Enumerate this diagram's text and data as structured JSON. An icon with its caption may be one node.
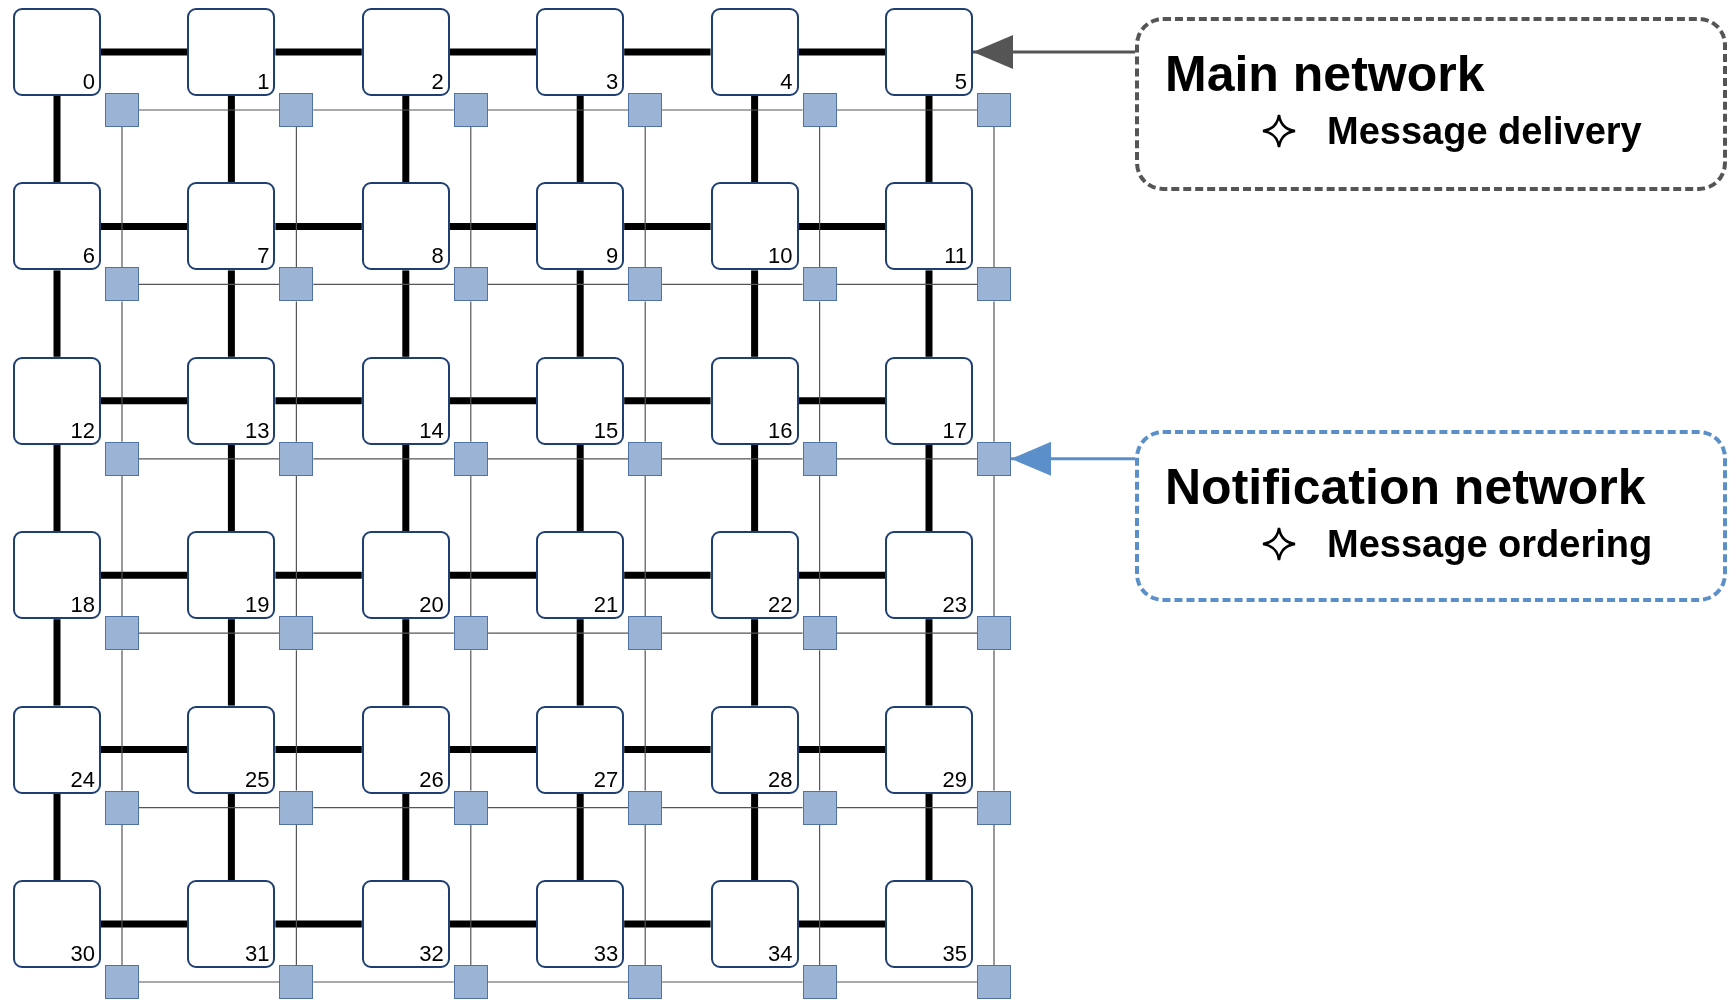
{
  "diagram": {
    "nodes": [
      {
        "text": [
          "0"
        ]
      },
      {
        "text": [
          "1"
        ]
      },
      {
        "text": [
          "2"
        ]
      },
      {
        "text": [
          "3"
        ]
      },
      {
        "text": [
          "4"
        ]
      },
      {
        "text": [
          "5"
        ]
      },
      {
        "text": [
          "6"
        ]
      },
      {
        "text": [
          "7"
        ]
      },
      {
        "text": [
          "8"
        ]
      },
      {
        "text": [
          "9"
        ]
      },
      {
        "text": [
          "10"
        ]
      },
      {
        "text": [
          "11"
        ]
      },
      {
        "text": [
          "12"
        ]
      },
      {
        "text": [
          "13"
        ]
      },
      {
        "text": [
          "14"
        ]
      },
      {
        "text": [
          "15"
        ]
      },
      {
        "text": [
          "16"
        ]
      },
      {
        "text": [
          "17"
        ]
      },
      {
        "text": [
          "18"
        ]
      },
      {
        "text": [
          "19"
        ]
      },
      {
        "text": [
          "20"
        ]
      },
      {
        "text": [
          "21"
        ]
      },
      {
        "text": [
          "22"
        ]
      },
      {
        "text": [
          "23"
        ]
      },
      {
        "text": [
          "24"
        ]
      },
      {
        "text": [
          "25"
        ]
      },
      {
        "text": [
          "26"
        ]
      },
      {
        "text": [
          "27"
        ]
      },
      {
        "text": [
          "28"
        ]
      },
      {
        "text": [
          "29"
        ]
      },
      {
        "text": [
          "30"
        ]
      },
      {
        "text": [
          "31"
        ]
      },
      {
        "text": [
          "32"
        ]
      },
      {
        "text": [
          "33"
        ]
      },
      {
        "text": [
          "34"
        ]
      },
      {
        "text": [
          "35"
        ]
      },
      {
        "text": [],
        "shape": "box"
      },
      {
        "text": [],
        "shape": "box"
      },
      {
        "text": [],
        "shape": "box"
      },
      {
        "text": [],
        "shape": "box"
      },
      {
        "text": [],
        "shape": "box"
      },
      {
        "text": [],
        "shape": "box"
      },
      {
        "text": [],
        "shape": "box"
      },
      {
        "text": [],
        "shape": "box"
      },
      {
        "text": [],
        "shape": "box"
      },
      {
        "text": [],
        "shape": "box"
      },
      {
        "text": [],
        "shape": "box"
      },
      {
        "text": [],
        "shape": "box"
      },
      {
        "text": [],
        "shape": "box"
      },
      {
        "text": [],
        "shape": "box"
      },
      {
        "text": [],
        "shape": "box"
      },
      {
        "text": [],
        "shape": "box"
      },
      {
        "text": [],
        "shape": "box"
      },
      {
        "text": [],
        "shape": "box"
      },
      {
        "text": [],
        "shape": "box"
      },
      {
        "text": [],
        "shape": "box"
      },
      {
        "text": [],
        "shape": "box"
      },
      {
        "text": [],
        "shape": "box"
      },
      {
        "text": [],
        "shape": "box"
      },
      {
        "text": [],
        "shape": "box"
      },
      {
        "text": [],
        "shape": "box"
      },
      {
        "text": [],
        "shape": "box"
      },
      {
        "text": [],
        "shape": "box"
      },
      {
        "text": [],
        "shape": "box"
      },
      {
        "text": [],
        "shape": "box"
      },
      {
        "text": [],
        "shape": "box"
      },
      {
        "text": [],
        "shape": "box"
      },
      {
        "text": [],
        "shape": "box"
      },
      {
        "text": [],
        "shape": "box"
      },
      {
        "text": [],
        "shape": "box"
      },
      {
        "text": [],
        "shape": "box"
      },
      {
        "text": [],
        "shape": "box"
      },
      {
        "text": [
          "Main network",
          "Message delivery"
        ]
      },
      {
        "text": [
          "Notification network",
          "Message ordering"
        ]
      }
    ],
    "edges": [
      {
        "from": 0,
        "to": 1,
        "arrow": "none",
        "style": "thick"
      },
      {
        "from": 1,
        "to": 2,
        "arrow": "none",
        "style": "thick"
      },
      {
        "from": 2,
        "to": 3,
        "arrow": "none",
        "style": "thick"
      },
      {
        "from": 3,
        "to": 4,
        "arrow": "none",
        "style": "thick"
      },
      {
        "from": 4,
        "to": 5,
        "arrow": "none",
        "style": "thick"
      },
      {
        "from": 6,
        "to": 7,
        "arrow": "none",
        "style": "thick"
      },
      {
        "from": 7,
        "to": 8,
        "arrow": "none",
        "style": "thick"
      },
      {
        "from": 8,
        "to": 9,
        "arrow": "none",
        "style": "thick"
      },
      {
        "from": 9,
        "to": 10,
        "arrow": "none",
        "style": "thick"
      },
      {
        "from": 10,
        "to": 11,
        "arrow": "none",
        "style": "thick"
      },
      {
        "from": 12,
        "to": 13,
        "arrow": "none",
        "style": "thick"
      },
      {
        "from": 13,
        "to": 14,
        "arrow": "none",
        "style": "thick"
      },
      {
        "from": 14,
        "to": 15,
        "arrow": "none",
        "style": "thick"
      },
      {
        "from": 15,
        "to": 16,
        "arrow": "none",
        "style": "thick"
      },
      {
        "from": 16,
        "to": 17,
        "arrow": "none",
        "style": "thick"
      },
      {
        "from": 18,
        "to": 19,
        "arrow": "none",
        "style": "thick"
      },
      {
        "from": 19,
        "to": 20,
        "arrow": "none",
        "style": "thick"
      },
      {
        "from": 20,
        "to": 21,
        "arrow": "none",
        "style": "thick"
      },
      {
        "from": 21,
        "to": 22,
        "arrow": "none",
        "style": "thick"
      },
      {
        "from": 22,
        "to": 23,
        "arrow": "none",
        "style": "thick"
      },
      {
        "from": 24,
        "to": 25,
        "arrow": "none",
        "style": "thick"
      },
      {
        "from": 25,
        "to": 26,
        "arrow": "none",
        "style": "thick"
      },
      {
        "from": 26,
        "to": 27,
        "arrow": "none",
        "style": "thick"
      },
      {
        "from": 27,
        "to": 28,
        "arrow": "none",
        "style": "thick"
      },
      {
        "from": 28,
        "to": 29,
        "arrow": "none",
        "style": "thick"
      },
      {
        "from": 30,
        "to": 31,
        "arrow": "none",
        "style": "thick"
      },
      {
        "from": 31,
        "to": 32,
        "arrow": "none",
        "style": "thick"
      },
      {
        "from": 32,
        "to": 33,
        "arrow": "none",
        "style": "thick"
      },
      {
        "from": 33,
        "to": 34,
        "arrow": "none",
        "style": "thick"
      },
      {
        "from": 34,
        "to": 35,
        "arrow": "none",
        "style": "thick"
      },
      {
        "from": 0,
        "to": 6,
        "arrow": "none",
        "style": "thick"
      },
      {
        "from": 1,
        "to": 7,
        "arrow": "none",
        "style": "thick"
      },
      {
        "from": 2,
        "to": 8,
        "arrow": "none",
        "style": "thick"
      },
      {
        "from": 3,
        "to": 9,
        "arrow": "none",
        "style": "thick"
      },
      {
        "from": 4,
        "to": 10,
        "arrow": "none",
        "style": "thick"
      },
      {
        "from": 5,
        "to": 11,
        "arrow": "none",
        "style": "thick"
      },
      {
        "from": 6,
        "to": 12,
        "arrow": "none",
        "style": "thick"
      },
      {
        "from": 7,
        "to": 13,
        "arrow": "none",
        "style": "thick"
      },
      {
        "from": 8,
        "to": 14,
        "arrow": "none",
        "style": "thick"
      },
      {
        "from": 9,
        "to": 15,
        "arrow": "none",
        "style": "thick"
      },
      {
        "from": 10,
        "to": 16,
        "arrow": "none",
        "style": "thick"
      },
      {
        "from": 11,
        "to": 17,
        "arrow": "none",
        "style": "thick"
      },
      {
        "from": 12,
        "to": 18,
        "arrow": "none",
        "style": "thick"
      },
      {
        "from": 13,
        "to": 19,
        "arrow": "none",
        "style": "thick"
      },
      {
        "from": 14,
        "to": 20,
        "arrow": "none",
        "style": "thick"
      },
      {
        "from": 15,
        "to": 21,
        "arrow": "none",
        "style": "thick"
      },
      {
        "from": 16,
        "to": 22,
        "arrow": "none",
        "style": "thick"
      },
      {
        "from": 17,
        "to": 23,
        "arrow": "none",
        "style": "thick"
      },
      {
        "from": 18,
        "to": 24,
        "arrow": "none",
        "style": "thick"
      },
      {
        "from": 19,
        "to": 25,
        "arrow": "none",
        "style": "thick"
      },
      {
        "from": 20,
        "to": 26,
        "arrow": "none",
        "style": "thick"
      },
      {
        "from": 21,
        "to": 27,
        "arrow": "none",
        "style": "thick"
      },
      {
        "from": 22,
        "to": 28,
        "arrow": "none",
        "style": "thick"
      },
      {
        "from": 23,
        "to": 29,
        "arrow": "none",
        "style": "thick"
      },
      {
        "from": 24,
        "to": 30,
        "arrow": "none",
        "style": "thick"
      },
      {
        "from": 25,
        "to": 31,
        "arrow": "none",
        "style": "thick"
      },
      {
        "from": 26,
        "to": 32,
        "arrow": "none",
        "style": "thick"
      },
      {
        "from": 27,
        "to": 33,
        "arrow": "none",
        "style": "thick"
      },
      {
        "from": 28,
        "to": 34,
        "arrow": "none",
        "style": "thick"
      },
      {
        "from": 29,
        "to": 35,
        "arrow": "none",
        "style": "thick"
      },
      {
        "from": 36,
        "to": 37,
        "arrow": "none"
      },
      {
        "from": 37,
        "to": 38,
        "arrow": "none"
      },
      {
        "from": 38,
        "to": 39,
        "arrow": "none"
      },
      {
        "from": 39,
        "to": 40,
        "arrow": "none"
      },
      {
        "from": 40,
        "to": 41,
        "arrow": "none"
      },
      {
        "from": 42,
        "to": 43,
        "arrow": "none"
      },
      {
        "from": 43,
        "to": 44,
        "arrow": "none"
      },
      {
        "from": 44,
        "to": 45,
        "arrow": "none"
      },
      {
        "from": 45,
        "to": 46,
        "arrow": "none"
      },
      {
        "from": 46,
        "to": 47,
        "arrow": "none"
      },
      {
        "from": 48,
        "to": 49,
        "arrow": "none"
      },
      {
        "from": 49,
        "to": 50,
        "arrow": "none"
      },
      {
        "from": 50,
        "to": 51,
        "arrow": "none"
      },
      {
        "from": 51,
        "to": 52,
        "arrow": "none"
      },
      {
        "from": 52,
        "to": 53,
        "arrow": "none"
      },
      {
        "from": 54,
        "to": 55,
        "arrow": "none"
      },
      {
        "from": 55,
        "to": 56,
        "arrow": "none"
      },
      {
        "from": 56,
        "to": 57,
        "arrow": "none"
      },
      {
        "from": 57,
        "to": 58,
        "arrow": "none"
      },
      {
        "from": 58,
        "to": 59,
        "arrow": "none"
      },
      {
        "from": 60,
        "to": 61,
        "arrow": "none"
      },
      {
        "from": 61,
        "to": 62,
        "arrow": "none"
      },
      {
        "from": 62,
        "to": 63,
        "arrow": "none"
      },
      {
        "from": 63,
        "to": 64,
        "arrow": "none"
      },
      {
        "from": 64,
        "to": 65,
        "arrow": "none"
      },
      {
        "from": 66,
        "to": 67,
        "arrow": "none"
      },
      {
        "from": 67,
        "to": 68,
        "arrow": "none"
      },
      {
        "from": 68,
        "to": 69,
        "arrow": "none"
      },
      {
        "from": 69,
        "to": 70,
        "arrow": "none"
      },
      {
        "from": 70,
        "to": 71,
        "arrow": "none"
      },
      {
        "from": 36,
        "to": 42,
        "arrow": "none"
      },
      {
        "from": 37,
        "to": 43,
        "arrow": "none"
      },
      {
        "from": 38,
        "to": 44,
        "arrow": "none"
      },
      {
        "from": 39,
        "to": 45,
        "arrow": "none"
      },
      {
        "from": 40,
        "to": 46,
        "arrow": "none"
      },
      {
        "from": 41,
        "to": 47,
        "arrow": "none"
      },
      {
        "from": 42,
        "to": 48,
        "arrow": "none"
      },
      {
        "from": 43,
        "to": 49,
        "arrow": "none"
      },
      {
        "from": 44,
        "to": 50,
        "arrow": "none"
      },
      {
        "from": 45,
        "to": 51,
        "arrow": "none"
      },
      {
        "from": 46,
        "to": 52,
        "arrow": "none"
      },
      {
        "from": 47,
        "to": 53,
        "arrow": "none"
      },
      {
        "from": 48,
        "to": 54,
        "arrow": "none"
      },
      {
        "from": 49,
        "to": 55,
        "arrow": "none"
      },
      {
        "from": 50,
        "to": 56,
        "arrow": "none"
      },
      {
        "from": 51,
        "to": 57,
        "arrow": "none"
      },
      {
        "from": 52,
        "to": 58,
        "arrow": "none"
      },
      {
        "from": 53,
        "to": 59,
        "arrow": "none"
      },
      {
        "from": 54,
        "to": 60,
        "arrow": "none"
      },
      {
        "from": 55,
        "to": 61,
        "arrow": "none"
      },
      {
        "from": 56,
        "to": 62,
        "arrow": "none"
      },
      {
        "from": 57,
        "to": 63,
        "arrow": "none"
      },
      {
        "from": 58,
        "to": 64,
        "arrow": "none"
      },
      {
        "from": 59,
        "to": 65,
        "arrow": "none"
      },
      {
        "from": 60,
        "to": 66,
        "arrow": "none"
      },
      {
        "from": 61,
        "to": 67,
        "arrow": "none"
      },
      {
        "from": 62,
        "to": 68,
        "arrow": "none"
      },
      {
        "from": 63,
        "to": 69,
        "arrow": "none"
      },
      {
        "from": 64,
        "to": 70,
        "arrow": "none"
      },
      {
        "from": 65,
        "to": 71,
        "arrow": "none"
      },
      {
        "from": 72,
        "to": 5,
        "arrow": "to",
        "color": "#555555"
      },
      {
        "from": 73,
        "to": 53,
        "arrow": "to",
        "color": "#5b8fc9"
      }
    ]
  }
}
